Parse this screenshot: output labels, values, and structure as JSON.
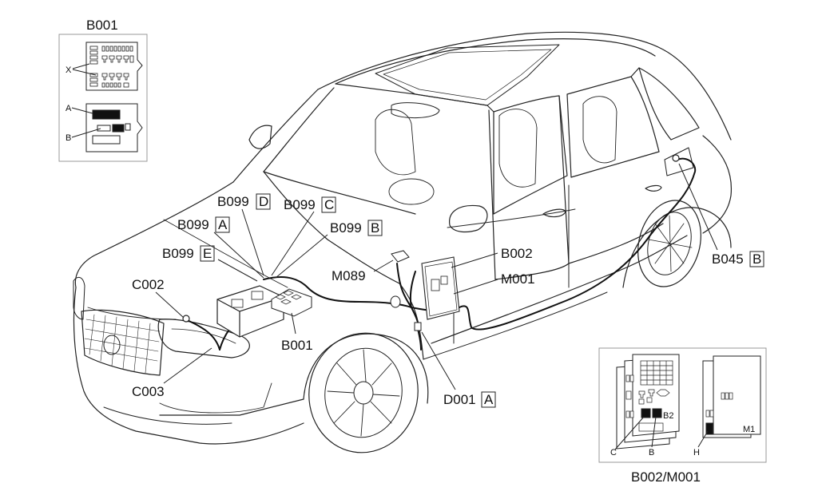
{
  "inset_b001": {
    "title": "B001",
    "label_x": "X",
    "label_a": "A",
    "label_b": "B"
  },
  "inset_b002_m001": {
    "title": "B002/M001",
    "label_c": "C",
    "label_b": "B",
    "label_h": "H",
    "label_b2": "B2",
    "label_m1": "M1"
  },
  "callouts": {
    "b099_d": {
      "code": "B099",
      "letter": "D"
    },
    "b099_c": {
      "code": "B099",
      "letter": "C"
    },
    "b099_a": {
      "code": "B099",
      "letter": "A"
    },
    "b099_b": {
      "code": "B099",
      "letter": "B"
    },
    "b099_e": {
      "code": "B099",
      "letter": "E"
    },
    "c002": "C002",
    "c003": "C003",
    "b001": "B001",
    "m089": "M089",
    "b002": "B002",
    "m001": "M001",
    "d001": {
      "code": "D001",
      "letter": "A"
    },
    "b045": {
      "code": "B045",
      "letter": "B"
    }
  }
}
